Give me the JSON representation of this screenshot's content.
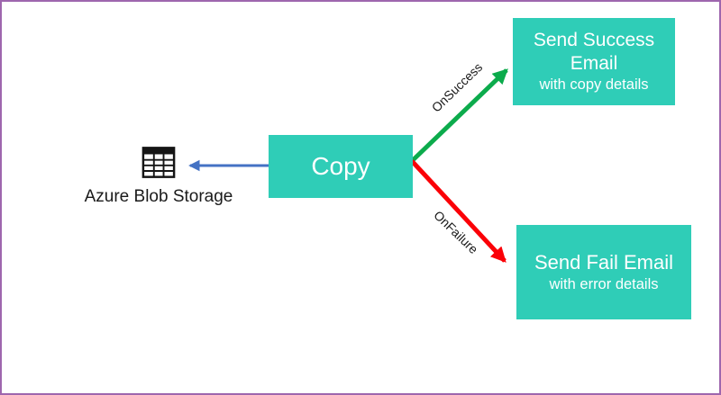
{
  "pipeline": {
    "source": {
      "icon": "table-icon",
      "label": "Azure Blob Storage"
    },
    "copy_activity": {
      "label": "Copy"
    },
    "success_activity": {
      "title": "Send Success Email",
      "subtitle": "with copy details"
    },
    "fail_activity": {
      "title": "Send Fail Email",
      "subtitle": "with error details"
    },
    "edges": {
      "on_success_label": "OnSuccess",
      "on_failure_label": "OnFailure"
    }
  },
  "colors": {
    "activity_fill": "#2fcdb7",
    "canvas_border": "#9e66ae",
    "arrow_blue": "#4472c4",
    "arrow_green": "#0cab4c",
    "arrow_red": "#fb0007",
    "label_text": "#1a1a1a",
    "activity_text": "#ffffff"
  }
}
